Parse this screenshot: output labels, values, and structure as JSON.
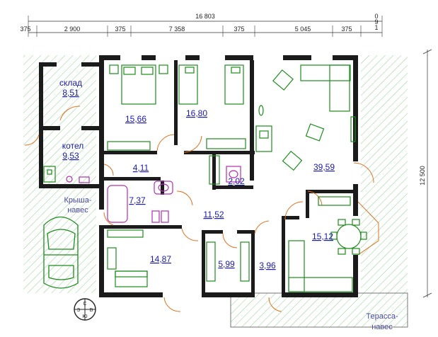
{
  "dimensions": {
    "overall_width": "16 803",
    "segments": [
      "375",
      "2 900",
      "375",
      "7 358",
      "375",
      "5 045",
      "375"
    ],
    "side_marks": [
      "0",
      "9",
      "1"
    ],
    "overall_height": "12 500"
  },
  "rooms": [
    {
      "name": "склад",
      "area": "8,51"
    },
    {
      "name": "котел",
      "area": "9,53"
    },
    {
      "name": "",
      "area": "15,66"
    },
    {
      "name": "",
      "area": "16,80"
    },
    {
      "name": "",
      "area": "39,59"
    },
    {
      "name": "",
      "area": "4,11"
    },
    {
      "name": "",
      "area": "2,02"
    },
    {
      "name": "",
      "area": "7,37"
    },
    {
      "name": "",
      "area": "11,52"
    },
    {
      "name": "",
      "area": "15,12"
    },
    {
      "name": "",
      "area": "14,87"
    },
    {
      "name": "",
      "area": "5,99"
    },
    {
      "name": "",
      "area": "3,96"
    }
  ],
  "external": {
    "roof_canopy_line1": "Крыша-",
    "roof_canopy_line2": "навес",
    "terrace_line1": "Терасса-",
    "terrace_line2": "навес"
  },
  "compass_letters": [
    "С",
    "В",
    "Ю",
    "З"
  ],
  "colors": {
    "walls": "#1b1b1b",
    "furniture": "#1c8c1c",
    "bath_fixtures": "#b030b0",
    "doors": "#e07020",
    "room_labels": "#1a1aaa",
    "hatch": "#8fcf8f"
  }
}
